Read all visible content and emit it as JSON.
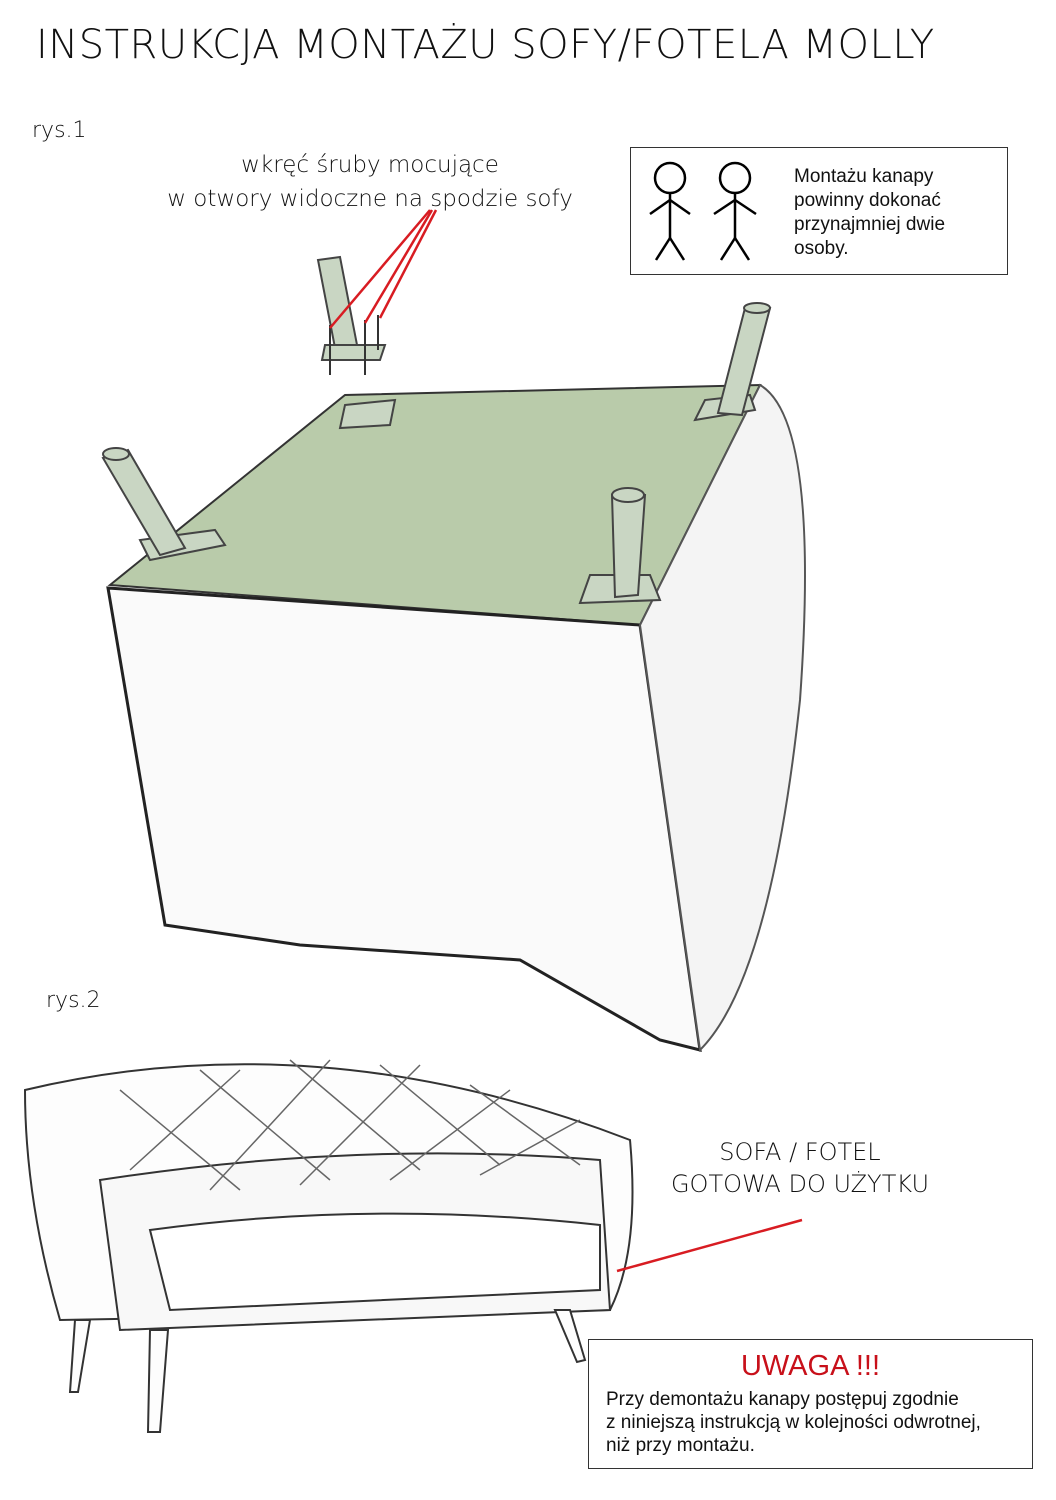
{
  "title": "INSTRUKCJA MONTAŻU SOFY/FOTELA MOLLY",
  "figure1": {
    "label": "rys.1",
    "instruction_line1": "wkręć śruby mocujące",
    "instruction_line2": "w otwory widoczne na spodzie sofy"
  },
  "people_notice": {
    "icon": "two-people-icon",
    "line1": "Montażu kanapy",
    "line2": "powinny dokonać",
    "line3": "przynajmniej dwie",
    "line4": "osoby."
  },
  "figure2": {
    "label": "rys.2",
    "caption_line1": "SOFA / FOTEL",
    "caption_line2": "GOTOWA DO UŻYTKU"
  },
  "warning": {
    "title": "UWAGA !!!",
    "line1": "Przy demontażu kanapy postępuj zgodnie",
    "line2": "z niniejszą instrukcją w kolejności odwrotnej,",
    "line3": "niż przy montażu."
  },
  "colors": {
    "accent_red": "#c8101a",
    "underside_green": "#b7c9a8"
  }
}
